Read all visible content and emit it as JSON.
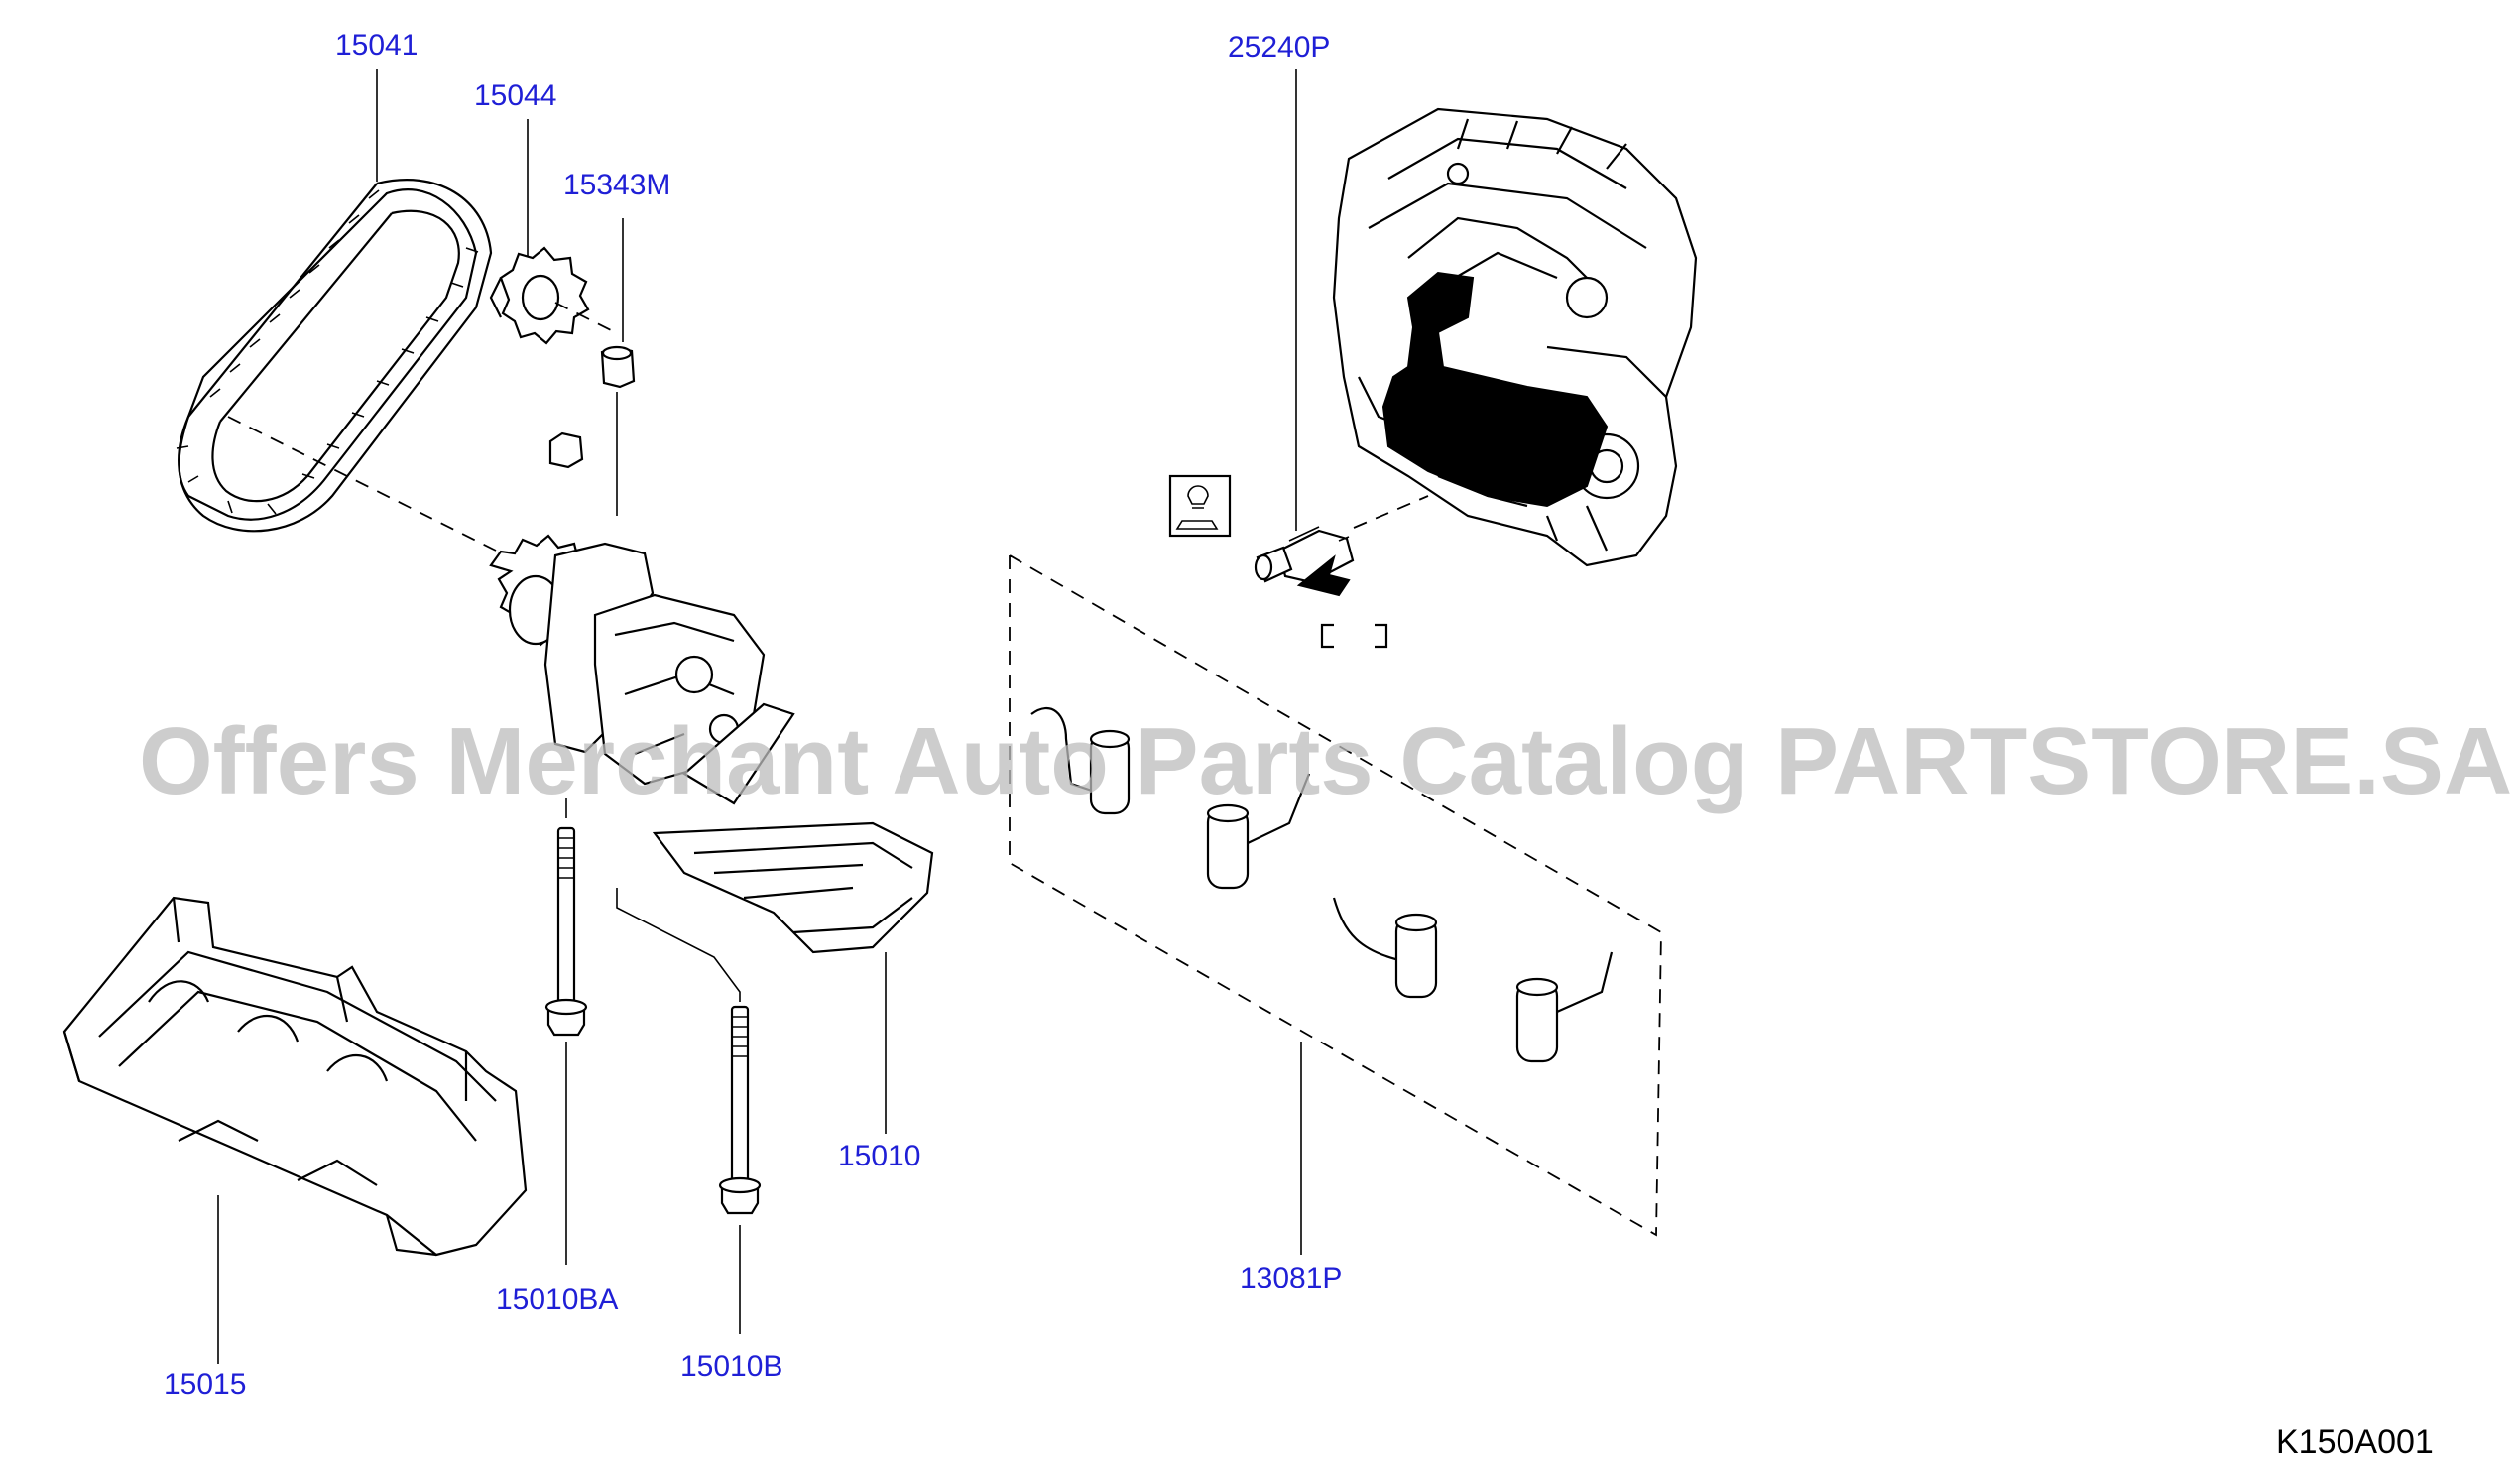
{
  "labels": {
    "p15041": "15041",
    "p15044": "15044",
    "p15343m": "15343M",
    "p25240p": "25240P",
    "p15010": "15010",
    "p15010ba": "15010BA",
    "p15010b": "15010B",
    "p15015": "15015",
    "p13081p": "13081P"
  },
  "diagram_code": "K150A001",
  "watermark": "Offers Merchant Auto Parts Catalog PARTSTORE.SA",
  "colors": {
    "label": "#1f1fd6",
    "line": "#000000",
    "watermark": "#bdbdbd"
  }
}
